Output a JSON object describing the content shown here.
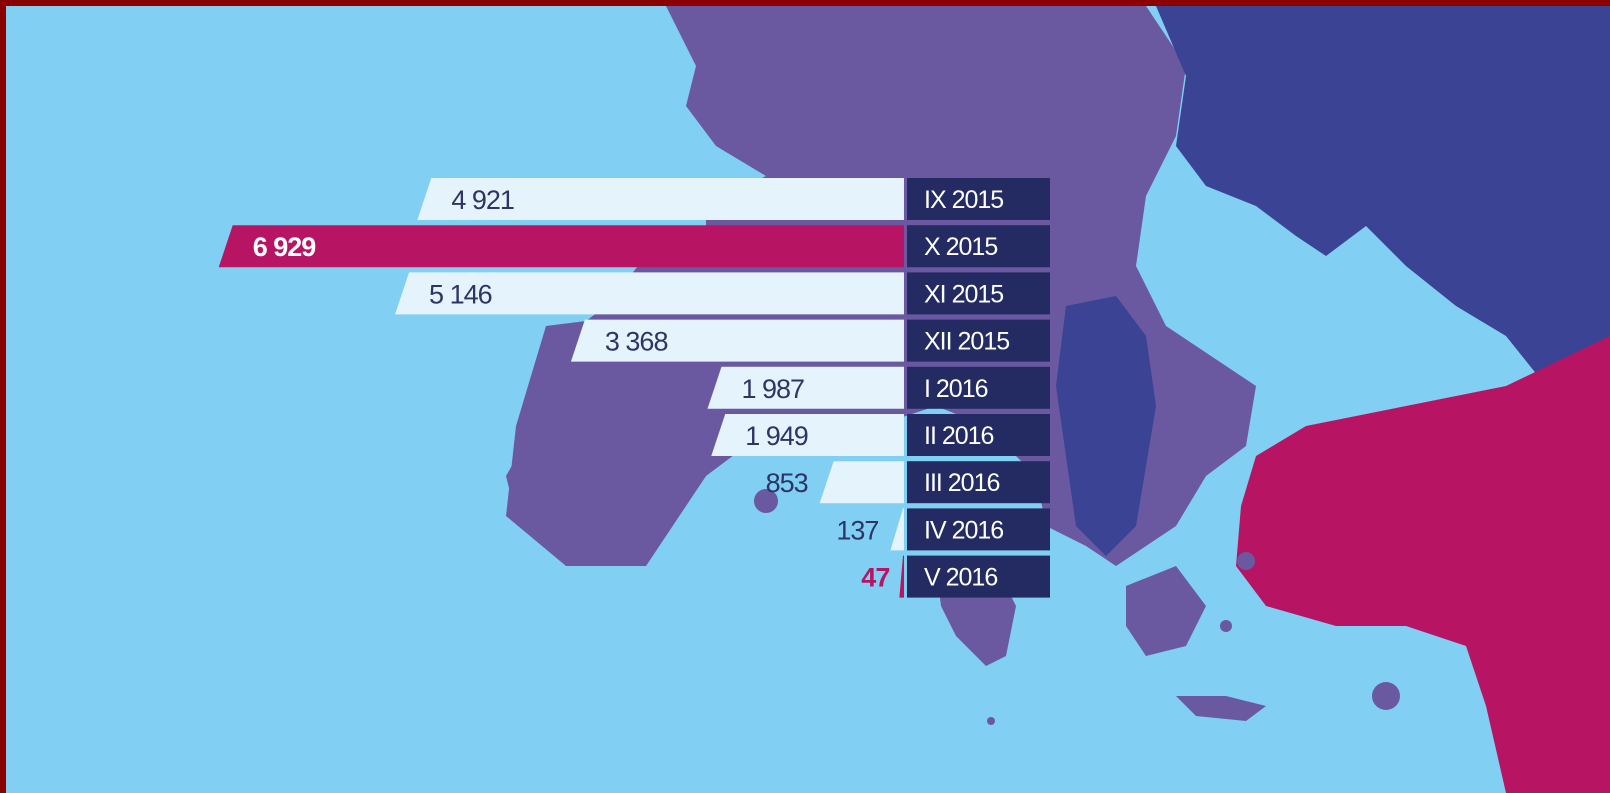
{
  "chart_data": {
    "type": "bar",
    "orientation": "horizontal",
    "categories": [
      "IX 2015",
      "X 2015",
      "XI 2015",
      "XII 2015",
      "I 2016",
      "II 2016",
      "III 2016",
      "IV 2016",
      "V 2016"
    ],
    "values": [
      4921,
      6929,
      5146,
      3368,
      1987,
      1949,
      853,
      137,
      47
    ],
    "value_labels": [
      "4 921",
      "6 929",
      "5 146",
      "3 368",
      "1 987",
      "1 949",
      "853",
      "137",
      "47"
    ],
    "highlighted": [
      "X 2015"
    ],
    "xlim": [
      0,
      7000
    ],
    "grid": false,
    "legend": "none"
  },
  "colors": {
    "border": "#8b0000",
    "sea": "#82cff4",
    "land_purple": "#6a58a1",
    "land_dark_blue": "#3a4394",
    "land_magenta": "#b71464",
    "bar": "#e4f3fc",
    "bar_highlight": "#b71464",
    "period_box": "#232b62",
    "period_text": "#ffffff",
    "value_text": "#2c3566",
    "value_text_highlight": "#ffffff",
    "last_value_text": "#b71464"
  }
}
